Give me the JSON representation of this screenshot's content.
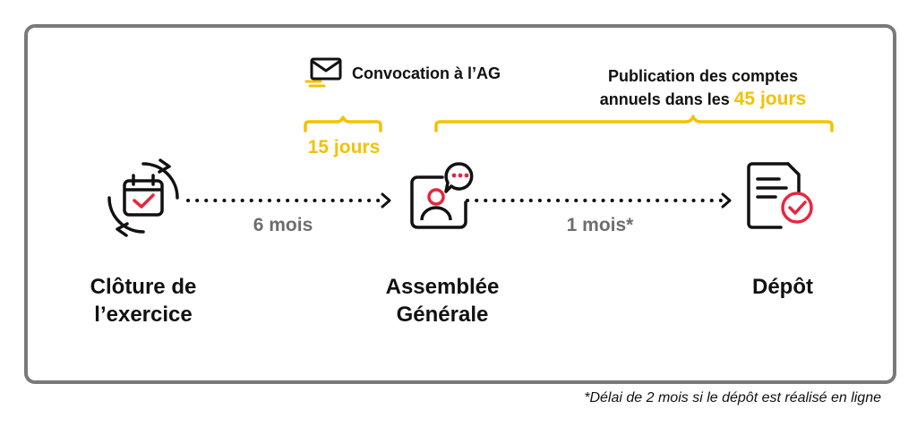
{
  "steps": [
    {
      "line1": "Clôture de",
      "line2": "l’exercice"
    },
    {
      "line1": "Assemblée",
      "line2": "Générale"
    },
    {
      "line1": "Dépôt",
      "line2": ""
    }
  ],
  "intervals": {
    "first": "6 mois",
    "second": "1 mois*"
  },
  "convocation": {
    "label": "Convocation à l’AG",
    "delay": "15 jours"
  },
  "publication": {
    "line1": "Publication des comptes",
    "line2_prefix": "annuels dans les ",
    "line2_highlight": "45 jours"
  },
  "footnote": "*Délai de 2 mois si le dépôt est réalisé en ligne",
  "colors": {
    "accent_yellow": "#f2c200",
    "accent_red": "#e8253f",
    "frame_gray": "#7a7a7a",
    "muted_text": "#6d6d6d"
  },
  "icons": [
    "calendar-cycle-icon",
    "envelope-icon",
    "meeting-person-icon",
    "document-check-icon"
  ]
}
